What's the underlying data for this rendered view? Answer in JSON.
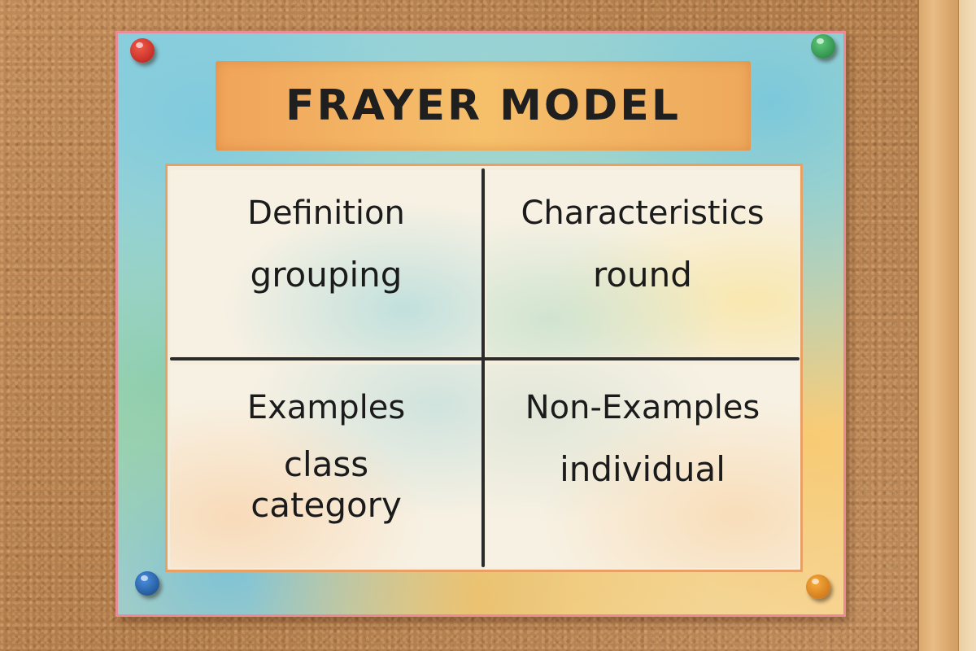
{
  "poster": {
    "title": "FRAYER MODEL",
    "quadrants": {
      "definition": {
        "heading": "Definition",
        "values": [
          "grouping"
        ]
      },
      "characteristics": {
        "heading": "Characteristics",
        "values": [
          "round"
        ]
      },
      "examples": {
        "heading": "Examples",
        "values": [
          "class",
          "category"
        ]
      },
      "non_examples": {
        "heading": "Non-Examples",
        "values": [
          "individual"
        ]
      }
    }
  },
  "pins": {
    "top_left": "red",
    "top_right": "green",
    "bottom_left": "blue",
    "bottom_right": "orange"
  },
  "colors": {
    "corkboard": "#b8814f",
    "title_banner": "#f4b263",
    "poster_border": "#e98c95",
    "grid_lines": "#2b2b2b",
    "text": "#1b1b1b"
  }
}
